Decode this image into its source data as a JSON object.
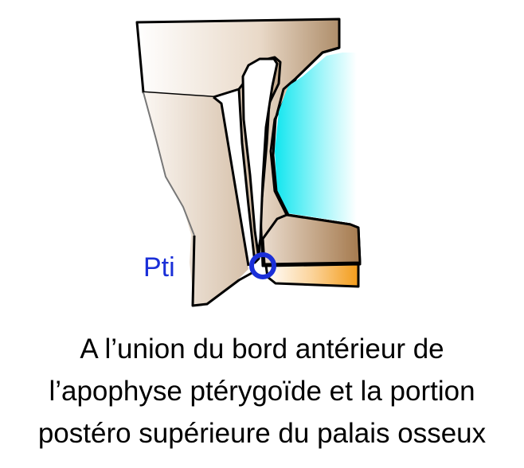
{
  "diagram": {
    "point_label": "Pti",
    "colors": {
      "bone_light": "#f6efe9",
      "bone_mid": "#d8c3ae",
      "bone_dark": "#a07b55",
      "sinus_cyan": "#22e8f0",
      "palate_orange": "#f5a020",
      "marker_blue": "#1a2fd8",
      "outline": "#000000"
    }
  },
  "caption": {
    "line1": "A l’union du bord antérieur de",
    "line2": "l’apophyse ptérygoïde et la portion",
    "line3": "postéro supérieure du palais osseux"
  }
}
